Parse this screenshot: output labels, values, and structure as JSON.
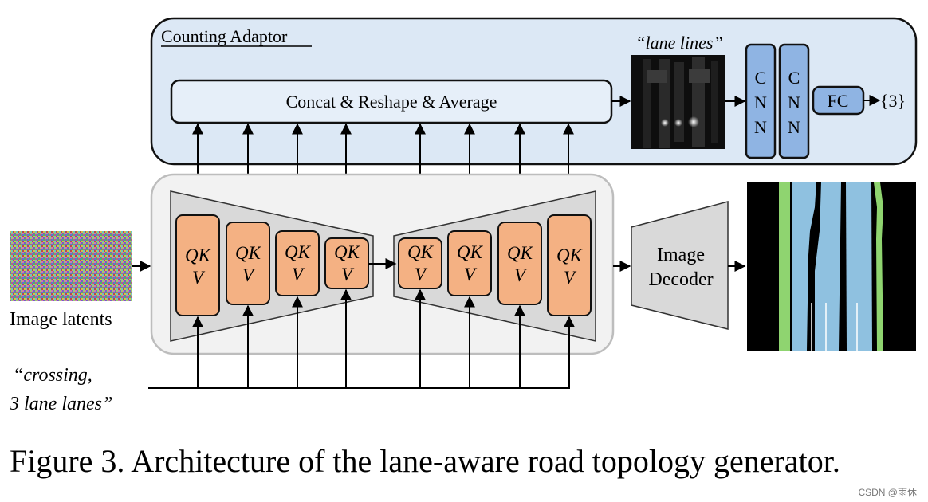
{
  "adaptor": {
    "title": "Counting Adaptor",
    "concat_label": "Concat & Reshape & Average",
    "heatmap_caption": "“lane lines”",
    "cnn_letters": [
      "C",
      "N",
      "N"
    ],
    "fc_label": "FC",
    "output_label": "{3}"
  },
  "unet": {
    "block_line1": "QK",
    "block_line2": "V",
    "encoder_block_count": 4,
    "decoder_block_count": 4
  },
  "input": {
    "latents_label": "Image latents",
    "prompt_line1": "“crossing,",
    "prompt_line2": "3 lane lanes”"
  },
  "decoder": {
    "line1": "Image",
    "line2": "Decoder"
  },
  "caption": "Figure 3. Architecture of the lane-aware road topology generator.",
  "watermark": "CSDN @雨休",
  "colors": {
    "adaptor_fill": "#dce8f5",
    "concat_fill": "#e6eff9",
    "cnn_fill": "#8fb4e3",
    "qkv_fill": "#f4b183",
    "unet_panel_fill": "#f2f2f2",
    "trapezoid_fill": "#d9d9d9",
    "lane_blue": "#8fc1e0",
    "lane_green": "#8fd470",
    "road_bg": "#000000"
  }
}
